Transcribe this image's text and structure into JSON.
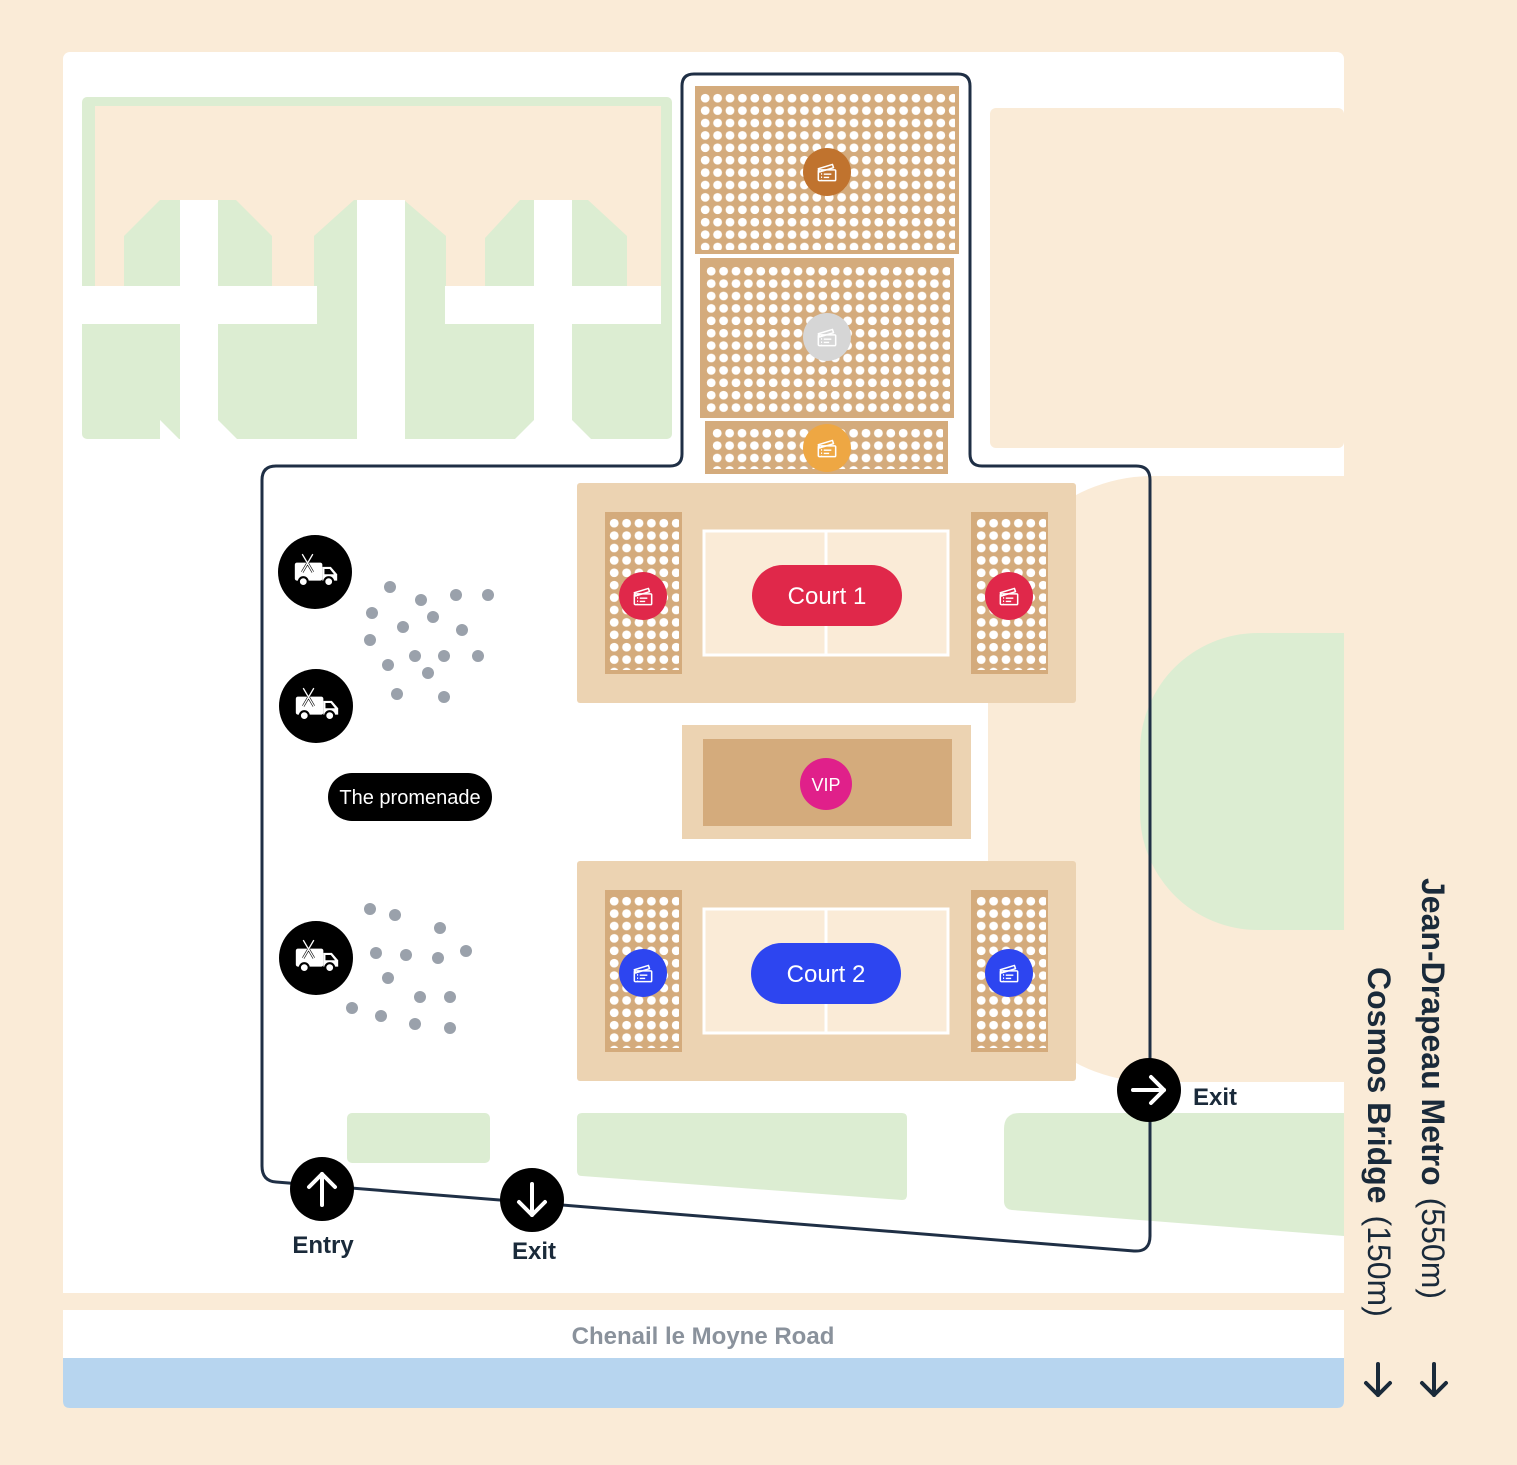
{
  "courts": [
    {
      "label": "Court 1",
      "color": "#e0284a"
    },
    {
      "label": "Court 2",
      "color": "#2d45f0"
    }
  ],
  "vip": {
    "label": "VIP",
    "color": "#e0208a"
  },
  "promenade": {
    "label": "The promenade"
  },
  "ticket_colors": {
    "top": "#c0732e",
    "middle": "#d6d6d6",
    "lower": "#eea743"
  },
  "entry": {
    "label": "Entry"
  },
  "exit_bottom": {
    "label": "Exit"
  },
  "exit_right": {
    "label": "Exit"
  },
  "road": {
    "label": "Chenail le Moyne Road"
  },
  "directions": [
    {
      "place": "Jean-Drapeau Metro",
      "distance": "(550m)"
    },
    {
      "place": "Cosmos Bridge",
      "distance": "(150m)"
    }
  ],
  "icons": {
    "food_truck": "food-truck-icon",
    "ticket": "ticket-icon",
    "arrow_up": "arrow-up-icon",
    "arrow_down": "arrow-down-icon",
    "arrow_right": "arrow-right-icon"
  },
  "colors": {
    "background": "#faebd7",
    "outline": "#1f2f45",
    "seating": "#d4ab7c",
    "court_surround": "#ecd3b2",
    "green": "#dcedd2",
    "water": "#b7d5ef"
  }
}
